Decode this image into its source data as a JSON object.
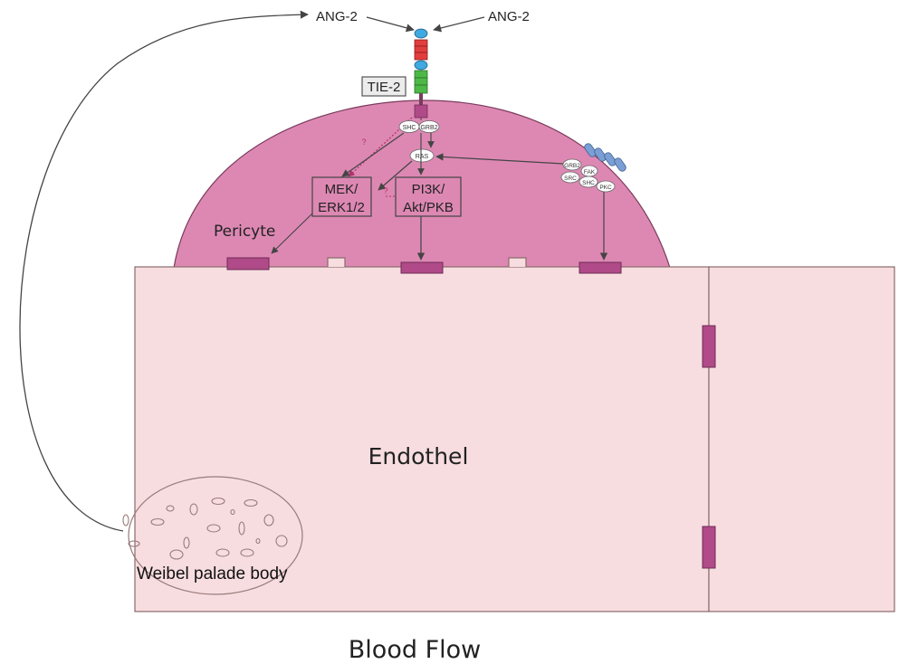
{
  "labels": {
    "ang2_left": "ANG-2",
    "ang2_right": "ANG-2",
    "tie2": "TIE-2",
    "pericyte": "Pericyte",
    "endothel": "Endothel",
    "weibel": "Weibel palade body",
    "blood_flow": "Blood Flow"
  },
  "molecules": {
    "shc": "SHC",
    "grb2": "GRB2",
    "ras": "RAS",
    "grb2_b": "GRB2",
    "fak": "FAK",
    "src": "SRC",
    "shc_b": "SHC",
    "pkc": "PKC",
    "unknown_1": "?",
    "unknown_2": "?"
  },
  "pathways": {
    "mek_line1": "MEK/",
    "mek_line2": "ERK1/2",
    "pi3k_line1": "PI3K/",
    "pi3k_line2": "Akt/PKB"
  },
  "colors": {
    "pericyte_fill": "#dd88b3",
    "pericyte_stroke": "#7a3b5c",
    "endothel_fill": "#f7dde0",
    "endothel_stroke": "#8a6b6b",
    "junction_fill": "#b04a88",
    "receptor_red": "#e23d3d",
    "receptor_green": "#4db848",
    "receptor_blue": "#3fa9e0",
    "integrin_blue": "#7b9fd4"
  }
}
